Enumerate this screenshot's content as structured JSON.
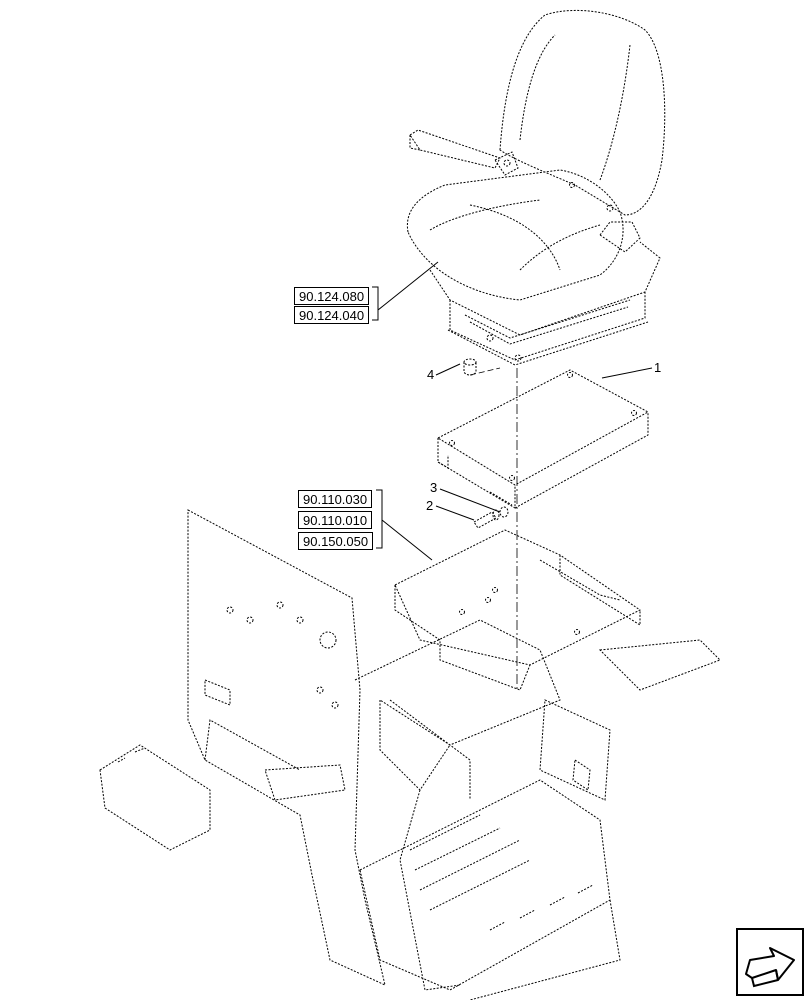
{
  "reference_boxes": {
    "seat_refs": [
      "90.124.080",
      "90.124.040"
    ],
    "frame_refs": [
      "90.110.030",
      "90.110.010",
      "90.150.050"
    ]
  },
  "callouts": {
    "item1": "1",
    "item2": "2",
    "item3": "3",
    "item4": "4"
  },
  "icons": {
    "nav": "next-page-arrow-icon"
  }
}
